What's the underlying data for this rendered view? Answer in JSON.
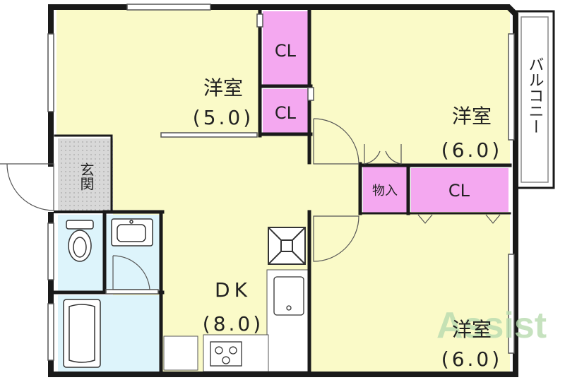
{
  "rooms": {
    "western_room_nw": {
      "name": "洋室",
      "size": "(5.0)"
    },
    "western_room_ne": {
      "name": "洋室",
      "size": "(6.0)"
    },
    "western_room_se": {
      "name": "洋室",
      "size": "(6.0)"
    },
    "dk": {
      "name": "DK",
      "size": "(8.0)"
    },
    "closet_1": "CL",
    "closet_2": "CL",
    "closet_3": "CL",
    "storage": "物入",
    "entrance": "玄関",
    "balcony": "バルコニー"
  },
  "watermark": "Assist",
  "colors": {
    "room_fill": "#fafac8",
    "closet_fill": "#f4a8f0",
    "wet_area_fill": "#ddf4fb",
    "entrance_fill": "#d8d8d8",
    "wall": "#1a1a1a",
    "watermark": "#b8dcb0"
  }
}
